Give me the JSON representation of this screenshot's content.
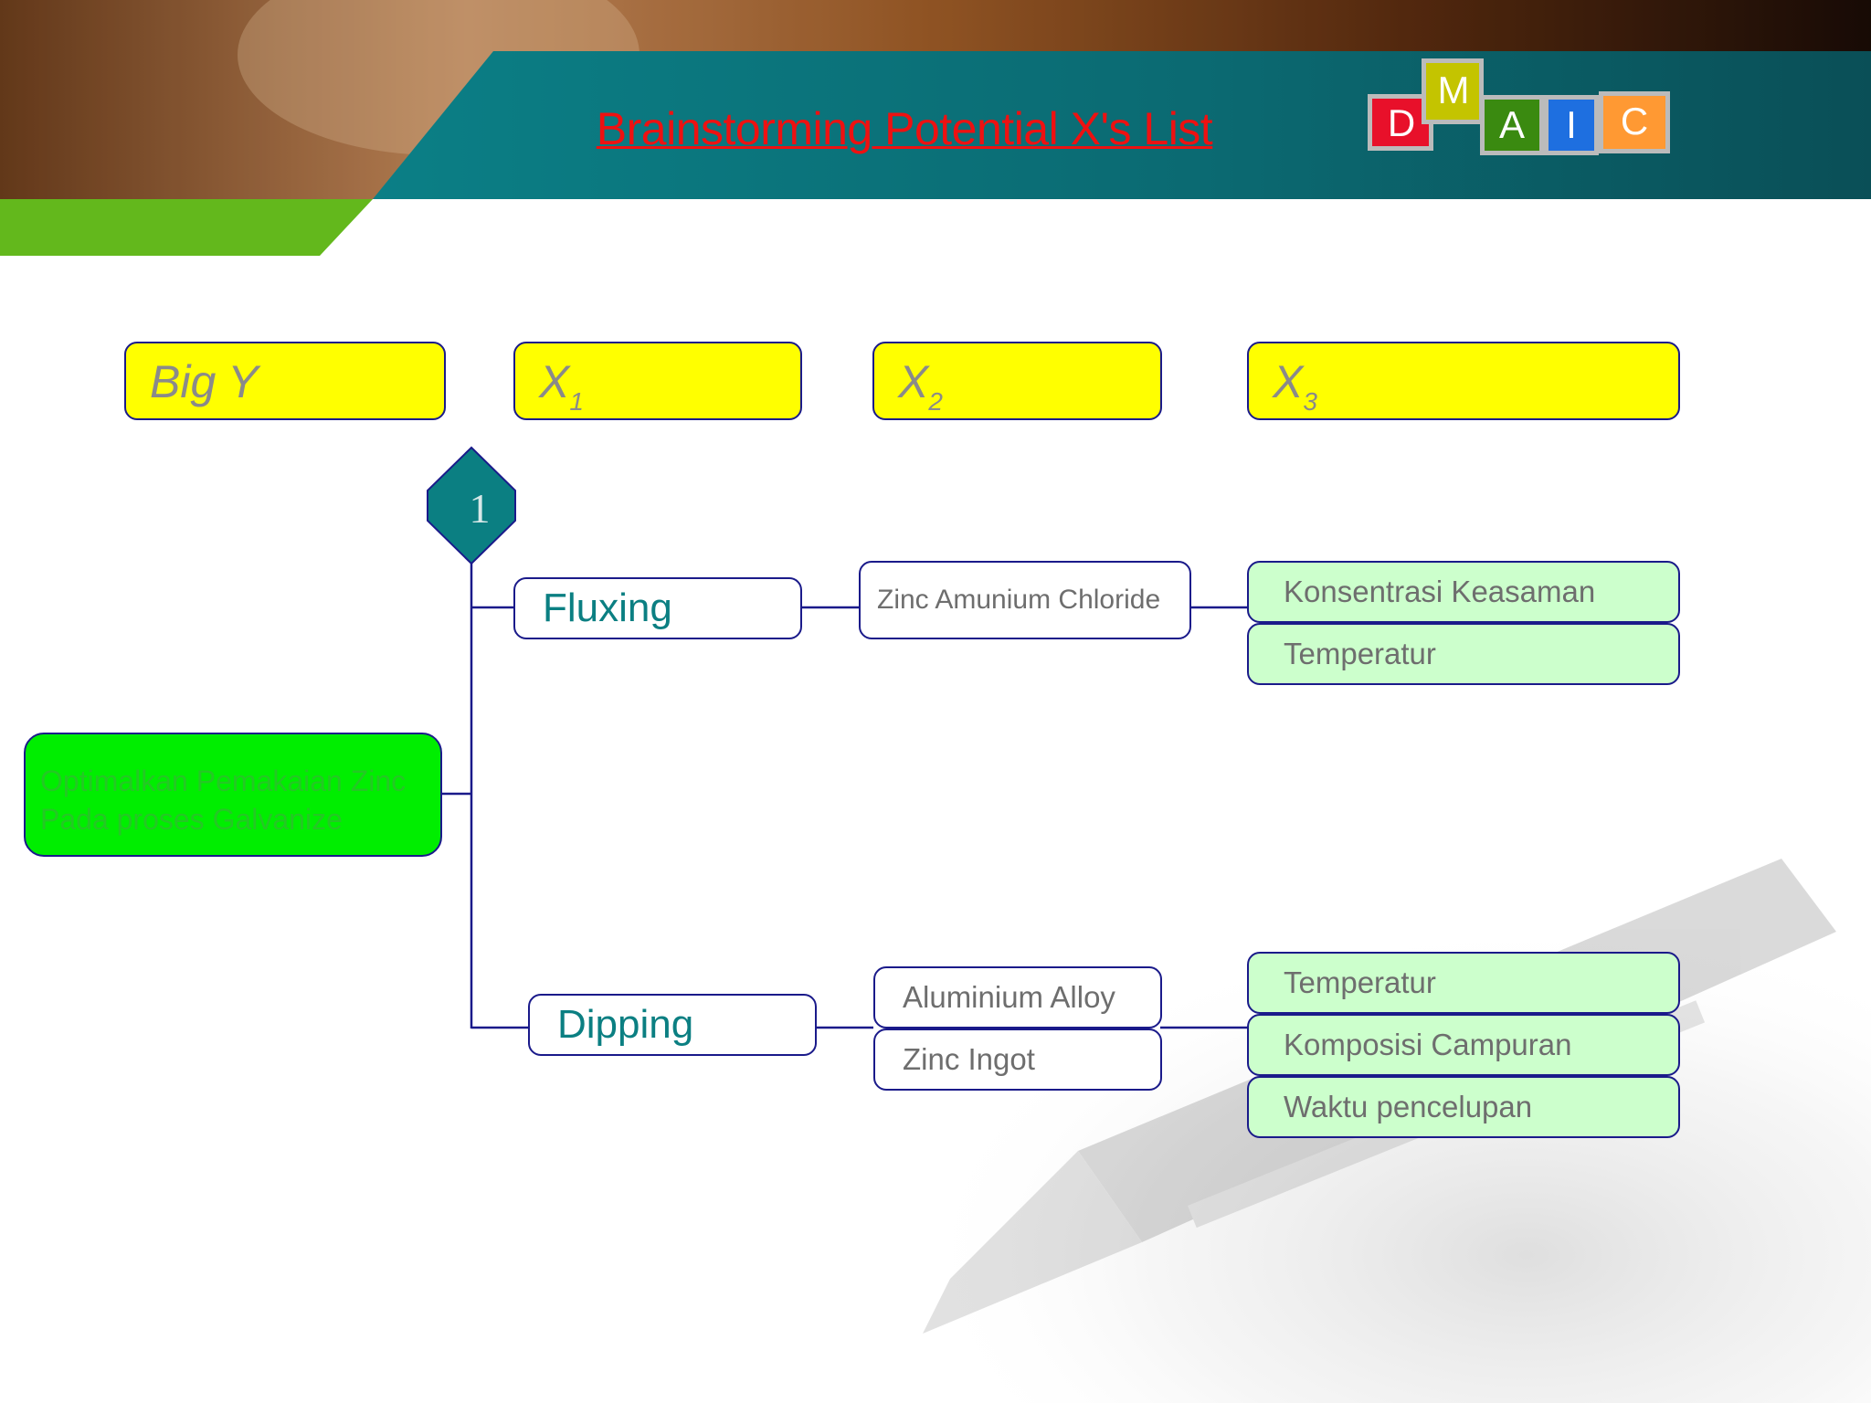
{
  "slide": {
    "title": "Brainstorming Potential X's List",
    "logo_letters": [
      "D",
      "M",
      "A",
      "I",
      "C"
    ]
  },
  "headers": {
    "big_y": "Big Y",
    "x1": {
      "base": "X",
      "sub": "1"
    },
    "x2": {
      "base": "X",
      "sub": "2"
    },
    "x3": {
      "base": "X",
      "sub": "3"
    }
  },
  "diagram": {
    "step_number": "1",
    "big_y_box": {
      "line1": "Optimalkan Pemakaian Zinc",
      "line2": "Pada proses Galvanize"
    },
    "x1": [
      "Fluxing",
      "Dipping"
    ],
    "x2": [
      "Zinc Amunium Chloride",
      "Aluminium Alloy",
      "Zinc Ingot"
    ],
    "x3": [
      "Konsentrasi Keasaman",
      "Temperatur",
      "Temperatur",
      "Komposisi Campuran",
      "Waktu pencelupan"
    ]
  },
  "colors": {
    "title": "#ee1111",
    "header_fill": "#ffff00",
    "box_border": "#1a1a8a",
    "x1_text": "#0b7f82",
    "x3_fill": "#ccffcc",
    "big_y_fill": "#00ee00",
    "diamond_fill": "#0b7f82",
    "logo_d": "#e8102a",
    "logo_m": "#c4c400",
    "logo_a": "#3a8a10",
    "logo_i": "#1e6fe0",
    "logo_c": "#ff9933"
  }
}
